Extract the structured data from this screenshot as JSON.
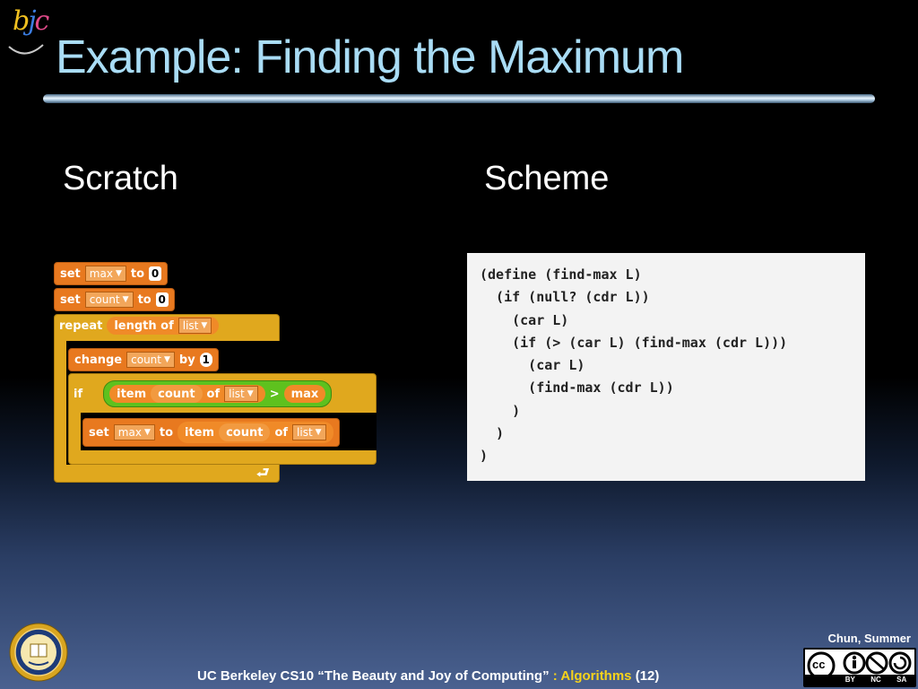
{
  "slide": {
    "title": "Example: Finding the Maximum",
    "logo_text": {
      "b": "b",
      "j": "j",
      "c": "c"
    }
  },
  "columns": {
    "left_heading": "Scratch",
    "right_heading": "Scheme"
  },
  "scratch": {
    "set_max": {
      "kw": "set",
      "var": "max",
      "to": "to",
      "value": "0"
    },
    "set_count": {
      "kw": "set",
      "var": "count",
      "to": "to",
      "value": "0"
    },
    "repeat": {
      "kw": "repeat",
      "length": "length of",
      "list": "list"
    },
    "change": {
      "kw": "change",
      "var": "count",
      "by": "by",
      "value": "1"
    },
    "if_block": {
      "kw": "if",
      "item": "item",
      "count": "count",
      "of": "of",
      "list": "list",
      "gt": ">",
      "max": "max"
    },
    "inner_set": {
      "kw": "set",
      "var": "max",
      "to": "to",
      "item": "item",
      "count": "count",
      "of": "of",
      "list": "list"
    },
    "loop_arrow": "⮐"
  },
  "scheme": {
    "lines": [
      "(define (find-max L)",
      "  (if (null? (cdr L))",
      "    (car L)",
      "    (if (> (car L) (find-max (cdr L)))",
      "      (car L)",
      "      (find-max (cdr L))",
      "    )",
      "  )",
      ")"
    ]
  },
  "footer": {
    "course": "UC Berkeley CS10 “The Beauty and Joy of Computing” ",
    "colon": ":",
    "topic": " Algorithms",
    "page": " (12)",
    "author": "Chun, Summer",
    "cc_labels": [
      "BY",
      "NC",
      "SA"
    ],
    "cc_mark": "cc"
  },
  "colors": {
    "title": "#a9dcf5",
    "highlight": "#f6d31b",
    "variable_block": "#e8791f",
    "control_block": "#e0a81e",
    "operator_block": "#5ec11e"
  }
}
